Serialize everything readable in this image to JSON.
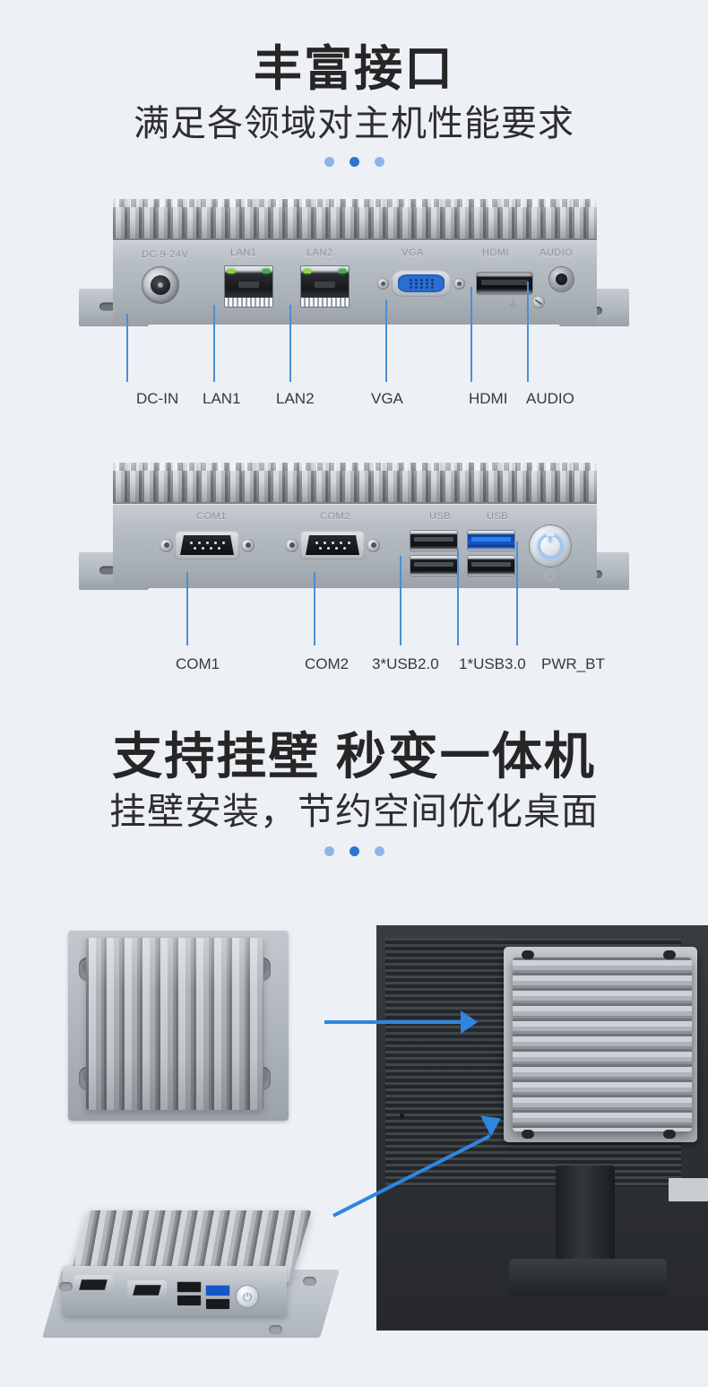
{
  "page": {
    "background_color": "#edf0f5",
    "accent_blue": "#2f86de",
    "callout_line_color": "#4a8fd4",
    "dot_light": "#8fb5e8",
    "dot_dark": "#2f74d0"
  },
  "section_interfaces": {
    "heading": "丰富接口",
    "subheading": "满足各领域对主机性能要求",
    "rear_panel": {
      "silkscreen": [
        "DC 9-24V",
        "LAN1",
        "LAN2",
        "VGA",
        "HDMI",
        "AUDIO"
      ],
      "callouts": [
        "DC-IN",
        "LAN1",
        "LAN2",
        "VGA",
        "HDMI",
        "AUDIO"
      ]
    },
    "front_panel": {
      "silkscreen": [
        "COM1",
        "COM2",
        "USB",
        "USB"
      ],
      "callouts": [
        "COM1",
        "COM2",
        "3*USB2.0",
        "1*USB3.0",
        "PWR_BT"
      ]
    }
  },
  "section_wallmount": {
    "heading": "支持挂壁 秒变一体机",
    "subheading": "挂壁安装，节约空间优化桌面"
  },
  "icons": {
    "ground_symbol": "⏚",
    "power_symbol": "⏻"
  }
}
